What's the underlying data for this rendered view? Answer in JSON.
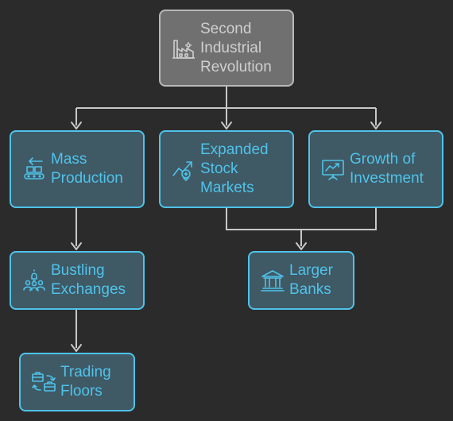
{
  "colors": {
    "background": "#2b2b2b",
    "node_fill": "#3f5965",
    "node_stroke": "#4fc3ea",
    "node_text": "#4fc3ea",
    "root_fill": "#707070",
    "root_stroke": "#b8b8b8",
    "root_text": "#cfcfcf",
    "connector": "#c8c8c8"
  },
  "nodes": {
    "root": {
      "label": "Second\nIndustrial\nRevolution",
      "icon": "factory-icon"
    },
    "mass_production": {
      "label": "Mass\nProduction",
      "icon": "conveyor-belt-icon"
    },
    "stock_markets": {
      "label": "Expanded\nStock\nMarkets",
      "icon": "trending-up-icon"
    },
    "investment": {
      "label": "Growth of\nInvestment",
      "icon": "chart-board-icon"
    },
    "exchanges": {
      "label": "Bustling\nExchanges",
      "icon": "people-bell-icon"
    },
    "banks": {
      "label": "Larger\nBanks",
      "icon": "bank-icon"
    },
    "trading_floors": {
      "label": "Trading\nFloors",
      "icon": "briefcase-exchange-icon"
    }
  },
  "edges": [
    {
      "from": "root",
      "to": "mass_production"
    },
    {
      "from": "root",
      "to": "stock_markets"
    },
    {
      "from": "root",
      "to": "investment"
    },
    {
      "from": "mass_production",
      "to": "exchanges"
    },
    {
      "from": "stock_markets",
      "to": "banks"
    },
    {
      "from": "investment",
      "to": "banks"
    },
    {
      "from": "exchanges",
      "to": "trading_floors"
    }
  ]
}
